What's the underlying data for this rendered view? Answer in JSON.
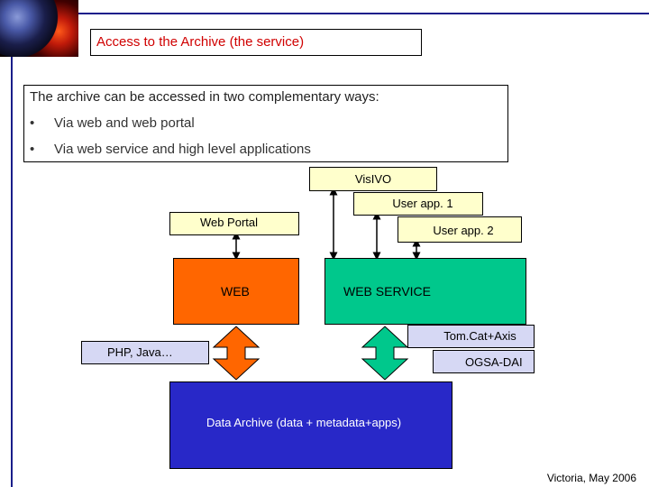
{
  "title": "Access to the Archive (the service)",
  "intro": {
    "text": "The archive can be accessed in two complementary ways:",
    "bullets": [
      {
        "mark": "•",
        "text": "Via web and web portal"
      },
      {
        "mark": "•",
        "text": "Via web service and high level applications"
      }
    ]
  },
  "diagram": {
    "visivo": "VisIVO",
    "user_app_1": "User app. 1",
    "user_app_2": "User app. 2",
    "web_portal": "Web Portal",
    "web": "WEB",
    "web_service": "WEB SERVICE",
    "tomcat_axis": "Tom.Cat+Axis",
    "php_java": "PHP, Java…",
    "ogsa_dai": "OGSA-DAI",
    "data_archive": "Data Archive (data + metadata+apps)"
  },
  "footer": "Victoria, May 2006",
  "colors": {
    "title_text": "#d00000",
    "web_block": "#ff6600",
    "web_service_block": "#00c88c",
    "data_archive_block": "#2828c8",
    "yellow_box": "#ffffcc",
    "lavender_box": "#d6d8f4",
    "accent_lines": "#1a1e8a"
  }
}
